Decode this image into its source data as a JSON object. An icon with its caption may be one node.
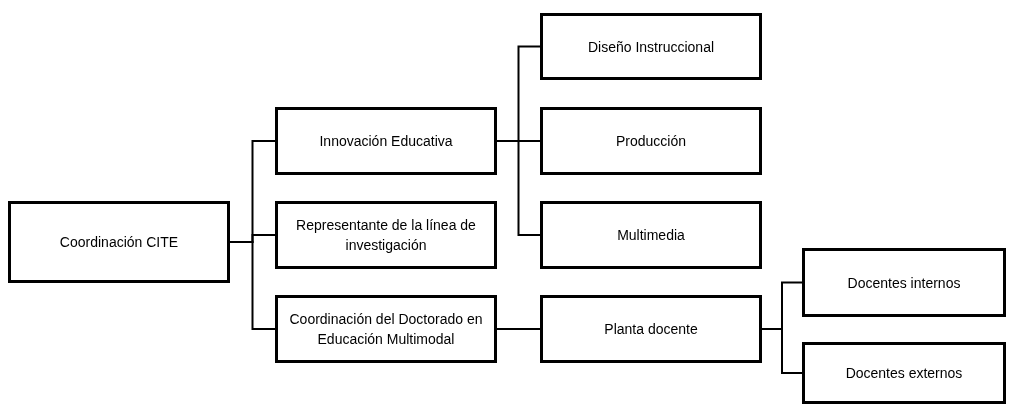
{
  "diagram": {
    "nodes": [
      {
        "text": [
          "Coordinación CITE"
        ]
      },
      {
        "text": [
          "Innovación Educativa"
        ]
      },
      {
        "text": [
          "Representante de la línea de investigación"
        ]
      },
      {
        "text": [
          "Coordinación del Doctorado en Educación Multimodal"
        ]
      },
      {
        "text": [
          "Diseño Instruccional"
        ]
      },
      {
        "text": [
          "Producción"
        ]
      },
      {
        "text": [
          "Multimedia"
        ]
      },
      {
        "text": [
          "Planta docente"
        ]
      },
      {
        "text": [
          "Docentes internos"
        ]
      },
      {
        "text": [
          "Docentes externos"
        ]
      }
    ],
    "edges": [
      {
        "from": 0,
        "to": 1,
        "arrow": "none"
      },
      {
        "from": 0,
        "to": 2,
        "arrow": "none"
      },
      {
        "from": 0,
        "to": 3,
        "arrow": "none"
      },
      {
        "from": 1,
        "to": 4,
        "arrow": "none"
      },
      {
        "from": 1,
        "to": 5,
        "arrow": "none"
      },
      {
        "from": 1,
        "to": 6,
        "arrow": "none"
      },
      {
        "from": 3,
        "to": 7,
        "arrow": "none"
      },
      {
        "from": 7,
        "to": 8,
        "arrow": "none"
      },
      {
        "from": 7,
        "to": 9,
        "arrow": "none"
      }
    ]
  }
}
